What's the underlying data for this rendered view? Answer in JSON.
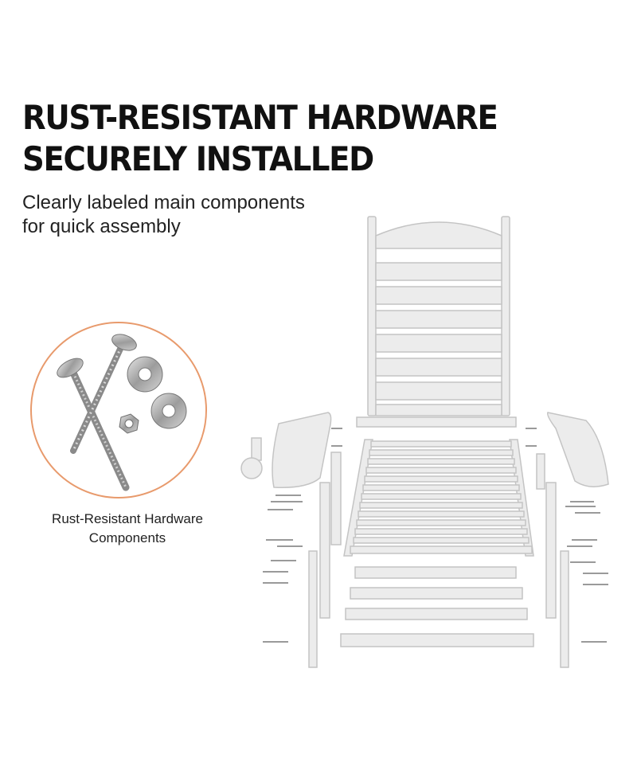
{
  "headline": {
    "line1": "RUST-RESISTANT HARDWARE",
    "line2": "SECURELY INSTALLED"
  },
  "subhead": {
    "line1": "Clearly labeled main components",
    "line2": "for quick assembly"
  },
  "callout": {
    "label_line1": "Rust-Resistant Hardware",
    "label_line2": "Components",
    "ring_color": "#e89a6c",
    "metal_color": "#a8a8a8"
  },
  "diagram": {
    "part_color": "#ececec",
    "part_stroke": "#c4c4c4"
  }
}
